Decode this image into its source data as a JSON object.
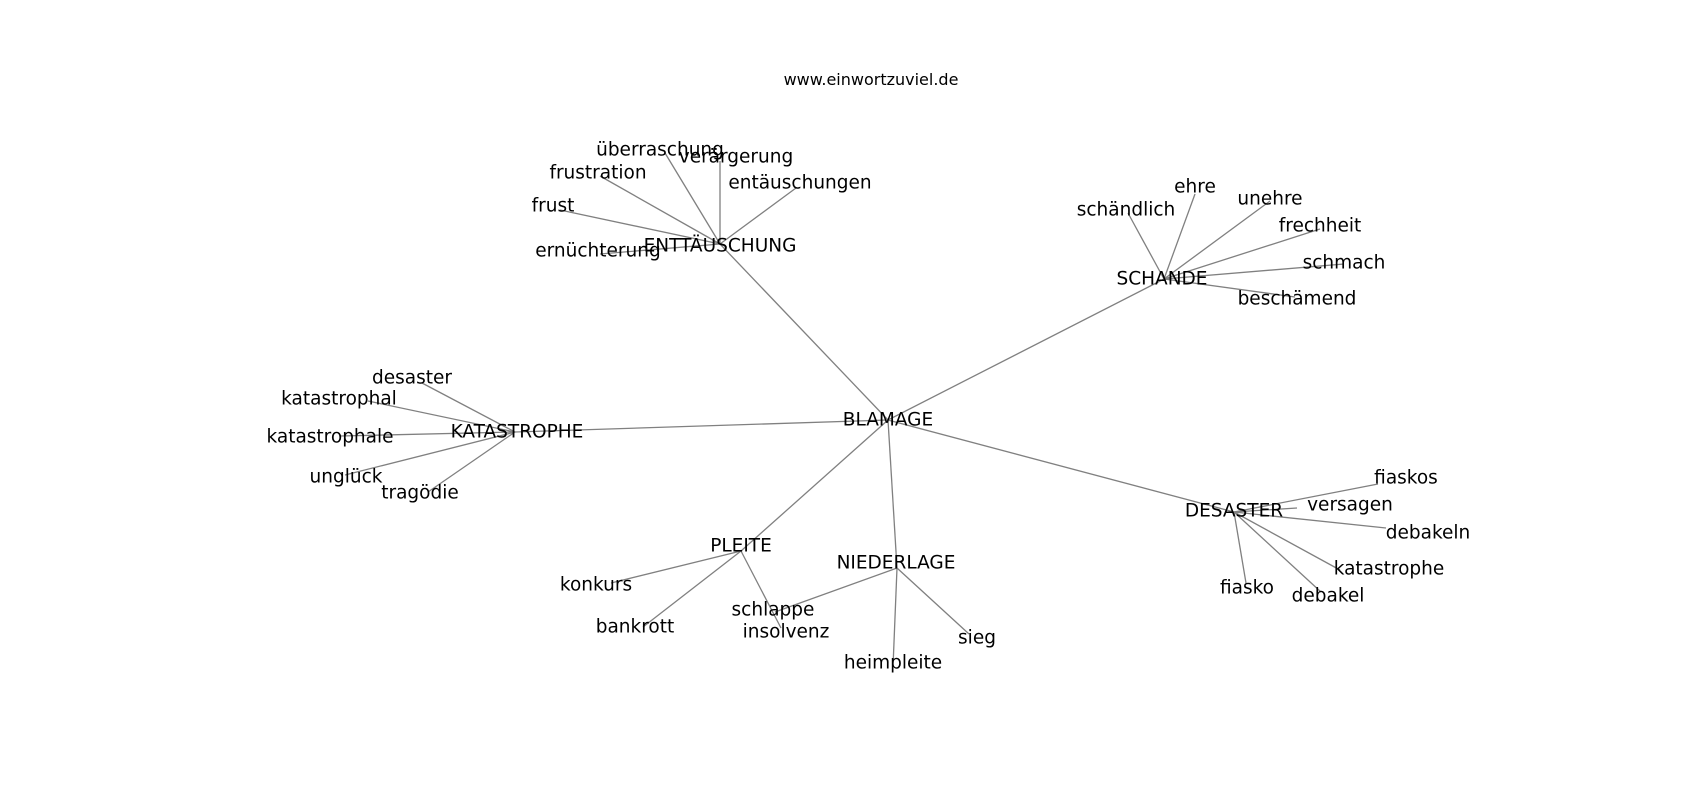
{
  "header": {
    "site_url": "www.einwortzuviel.de"
  },
  "graph": {
    "center": "BLAMAGE",
    "clusters": [
      {
        "label": "ENTTÄUSCHUNG",
        "children": [
          "überraschung",
          "verärgerung",
          "frustration",
          "entäuschungen",
          "frust",
          "ernüchterung"
        ]
      },
      {
        "label": "SCHANDE",
        "children": [
          "ehre",
          "schändlich",
          "unehre",
          "frechheit",
          "schmach",
          "beschämend"
        ]
      },
      {
        "label": "KATASTROPHE",
        "children": [
          "desaster",
          "katastrophal",
          "katastrophale",
          "unglück",
          "tragödie"
        ]
      },
      {
        "label": "DESASTER",
        "children": [
          "fiaskos",
          "versagen",
          "debakeln",
          "katastrophe",
          "fiasko",
          "debakel"
        ]
      },
      {
        "label": "PLEITE",
        "children": [
          "konkurs",
          "bankrott",
          "insolvenz"
        ]
      },
      {
        "label": "NIEDERLAGE",
        "children": [
          "schlappe",
          "heimpleite",
          "sieg"
        ]
      }
    ]
  },
  "colors": {
    "edge": "#808080",
    "text": "#000000",
    "background": "#ffffff"
  }
}
